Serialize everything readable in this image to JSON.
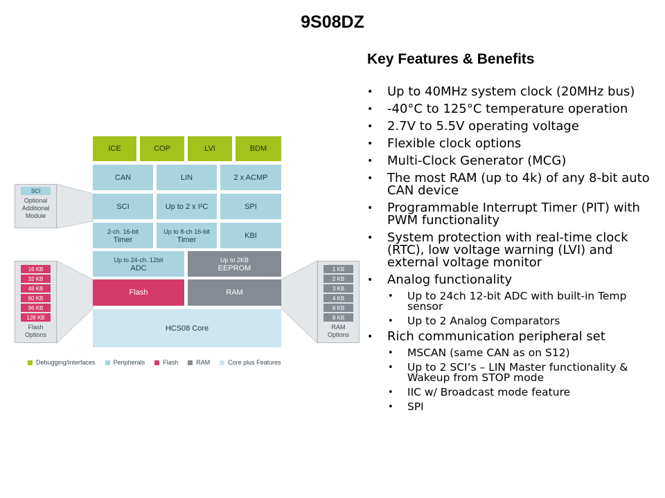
{
  "title": "9S08DZ",
  "key_features": {
    "heading": "Key Features & Benefits",
    "items": [
      {
        "level": 1,
        "text": "Up to 40MHz system clock (20MHz bus)"
      },
      {
        "level": 1,
        "text": "-40°C to 125°C temperature operation"
      },
      {
        "level": 1,
        "text": "2.7V to 5.5V operating voltage"
      },
      {
        "level": 1,
        "text": "Flexible clock options"
      },
      {
        "level": 1,
        "text": "Multi-Clock Generator (MCG)"
      },
      {
        "level": 1,
        "text": "The most RAM (up to 4k) of any 8-bit auto CAN device"
      },
      {
        "level": 1,
        "text": "Programmable Interrupt Timer (PIT) with PWM functionality"
      },
      {
        "level": 1,
        "text": "System protection with real-time clock (RTC), low voltage warning (LVI) and external voltage monitor"
      },
      {
        "level": 1,
        "text": "Analog functionality"
      },
      {
        "level": 2,
        "text": "Up to 24ch 12-bit ADC with built-in Temp sensor"
      },
      {
        "level": 2,
        "text": "Up to 2 Analog Comparators"
      },
      {
        "level": 1,
        "text": "Rich communication peripheral set"
      },
      {
        "level": 2,
        "text": "MSCAN (same CAN as on S12)"
      },
      {
        "level": 2,
        "text": "Up to 2 SCI’s – LIN Master functionality & Wakeup from STOP mode"
      },
      {
        "level": 2,
        "text": "IIC w/ Broadcast mode feature"
      },
      {
        "level": 2,
        "text": "SPI"
      }
    ]
  },
  "diagram": {
    "row_debug": [
      "ICE",
      "COP",
      "LVI",
      "BDM"
    ],
    "row_comm1": [
      "CAN",
      "LIN",
      "2 x ACMP"
    ],
    "row_comm2": {
      "sci": "SCI",
      "i2c": "Up to 2 x I²C",
      "spi": "SPI"
    },
    "row_timer": {
      "t1_top": "2-ch. 16-bit",
      "t1_bottom": "Timer",
      "t2_top": "Up to  8-ch 16-bit",
      "t2_bottom": "Timer",
      "kbi": "KBI"
    },
    "row_adc": {
      "adc_top": "Up to 24-ch. 12bit",
      "adc_bottom": "ADC",
      "eeprom_top": "Up to 2KB",
      "eeprom_bottom": "EEPROM"
    },
    "row_mem": {
      "flash": "Flash",
      "ram": "RAM"
    },
    "core": "HCS08 Core",
    "sci_option": {
      "chip": "SCI",
      "caption": [
        "Optional",
        "Additional",
        "Module"
      ]
    },
    "flash_options": {
      "chips": [
        "16 KB",
        "32 KB",
        "48 KB",
        "60 KB",
        "96 KB",
        "128 KB"
      ],
      "caption": [
        "Flash",
        "Options"
      ]
    },
    "ram_options": {
      "chips": [
        "1 KB",
        "2 KB",
        "3 KB",
        "4 KB",
        "6 KB",
        "8 KB"
      ],
      "caption": [
        "RAM",
        "Options"
      ]
    },
    "legend": [
      {
        "label": "Debugging/Interfaces",
        "color": "#a4c21c"
      },
      {
        "label": "Peripherals",
        "color": "#a9d3df"
      },
      {
        "label": "Flash",
        "color": "#d63a6b"
      },
      {
        "label": "RAM",
        "color": "#848b93"
      },
      {
        "label": "Core plus Features",
        "color": "#cde6ef"
      }
    ]
  }
}
